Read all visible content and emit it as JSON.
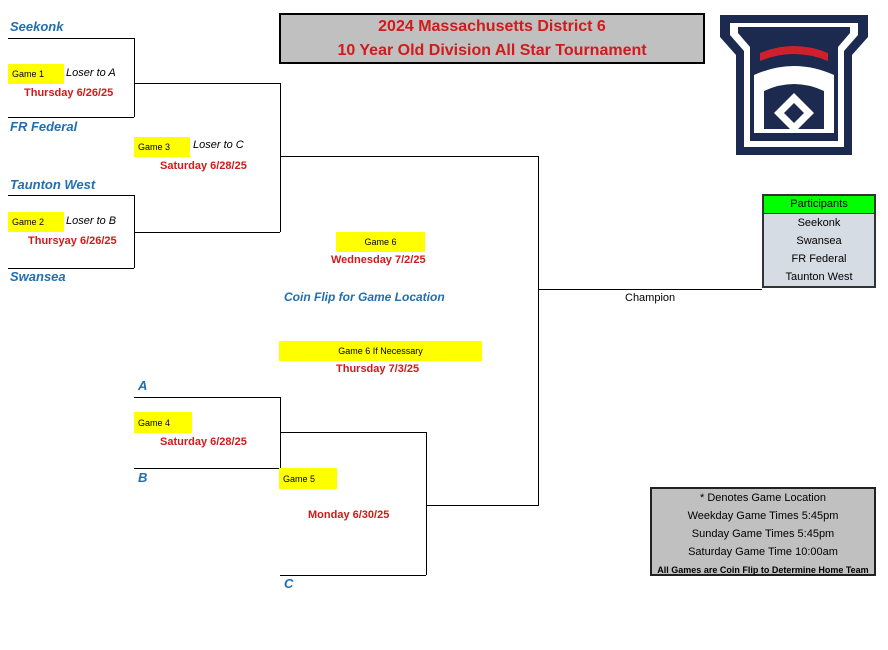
{
  "title": {
    "line1": "2024 Massachusetts District 6",
    "line2": "10 Year Old Division All Star Tournament"
  },
  "teams": {
    "t1": "Seekonk",
    "t2": "FR Federal",
    "t3": "Taunton West",
    "t4": "Swansea"
  },
  "slots": {
    "a": "A",
    "b": "B",
    "c": "C"
  },
  "games": {
    "g1": {
      "label": "Game 1",
      "loser": "Loser to A",
      "date": "Thursday 6/26/25"
    },
    "g2": {
      "label": "Game 2",
      "loser": "Loser to B",
      "date": "Thursyay 6/26/25"
    },
    "g3": {
      "label": "Game 3",
      "loser": "Loser to C",
      "date": "Saturday 6/28/25"
    },
    "g4": {
      "label": "Game 4",
      "date": "Saturday 6/28/25"
    },
    "g5": {
      "label": "Game 5",
      "date": "Monday 6/30/25"
    },
    "g6": {
      "label": "Game 6",
      "date": "Wednesday 7/2/25"
    },
    "g6b": {
      "label": "Game 6 If Necessary",
      "date": "Thursday 7/3/25"
    }
  },
  "coin_flip": "Coin Flip for Game Location",
  "champion": "Champion",
  "participants": {
    "header": "Participants",
    "items": [
      "Seekonk",
      "Swansea",
      "FR Federal",
      "Taunton West"
    ]
  },
  "notes": {
    "lines": [
      "*   Denotes Game Location",
      "Weekday Game Times 5:45pm",
      "Sunday Game Times 5:45pm",
      "Saturday Game Time 10:00am"
    ],
    "footer": "All Games are Coin Flip to Determine Home Team"
  },
  "colors": {
    "team_blue": "#1f6fb2",
    "date_red": "#d11a1a",
    "highlight_yellow": "#ffff00",
    "participants_green": "#00ff00",
    "logo_navy": "#1c2a4f",
    "logo_red": "#d0202e"
  },
  "logo": {
    "name": "little-league-keystone-logo"
  }
}
